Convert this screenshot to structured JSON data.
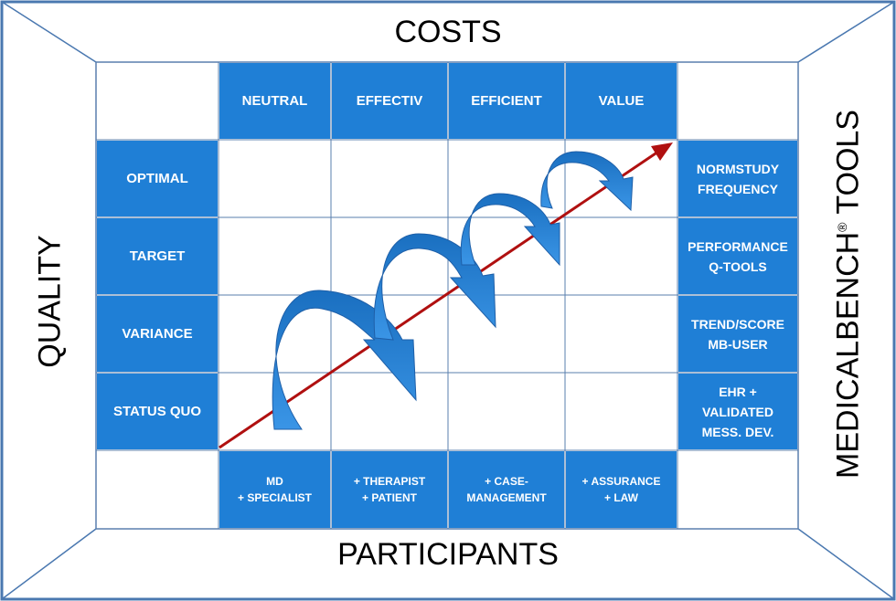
{
  "labels": {
    "top": "COSTS",
    "bottom": "PARTICIPANTS",
    "left": "QUALITY",
    "right_main": "MEDICALBENCH",
    "right_mark": "®",
    "right_tail": " TOOLS"
  },
  "columns": [
    "NEUTRAL",
    "EFFECTIV",
    "EFFICIENT",
    "VALUE"
  ],
  "rows": [
    "OPTIMAL",
    "TARGET",
    "VARIANCE",
    "STATUS QUO"
  ],
  "tools": [
    [
      "NORMSTUDY",
      "FREQUENCY"
    ],
    [
      "PERFORMANCE",
      "Q-TOOLS"
    ],
    [
      "TREND/SCORE",
      "MB-USER"
    ],
    [
      "EHR +",
      "VALIDATED",
      "MESS. DEV."
    ]
  ],
  "participants": [
    [
      "MD",
      "+ SPECIALIST"
    ],
    [
      "+ THERAPIST",
      "+ PATIENT"
    ],
    [
      "+ CASE-",
      "MANAGEMENT"
    ],
    [
      "+ ASSURANCE",
      "+ LAW"
    ]
  ],
  "colors": {
    "cell_blue": "#1f7fd6",
    "frame": "#4a78b0",
    "grid": "#5a7fae",
    "arrow_red": "#b01010",
    "curl_blue": "#2a86dc"
  }
}
